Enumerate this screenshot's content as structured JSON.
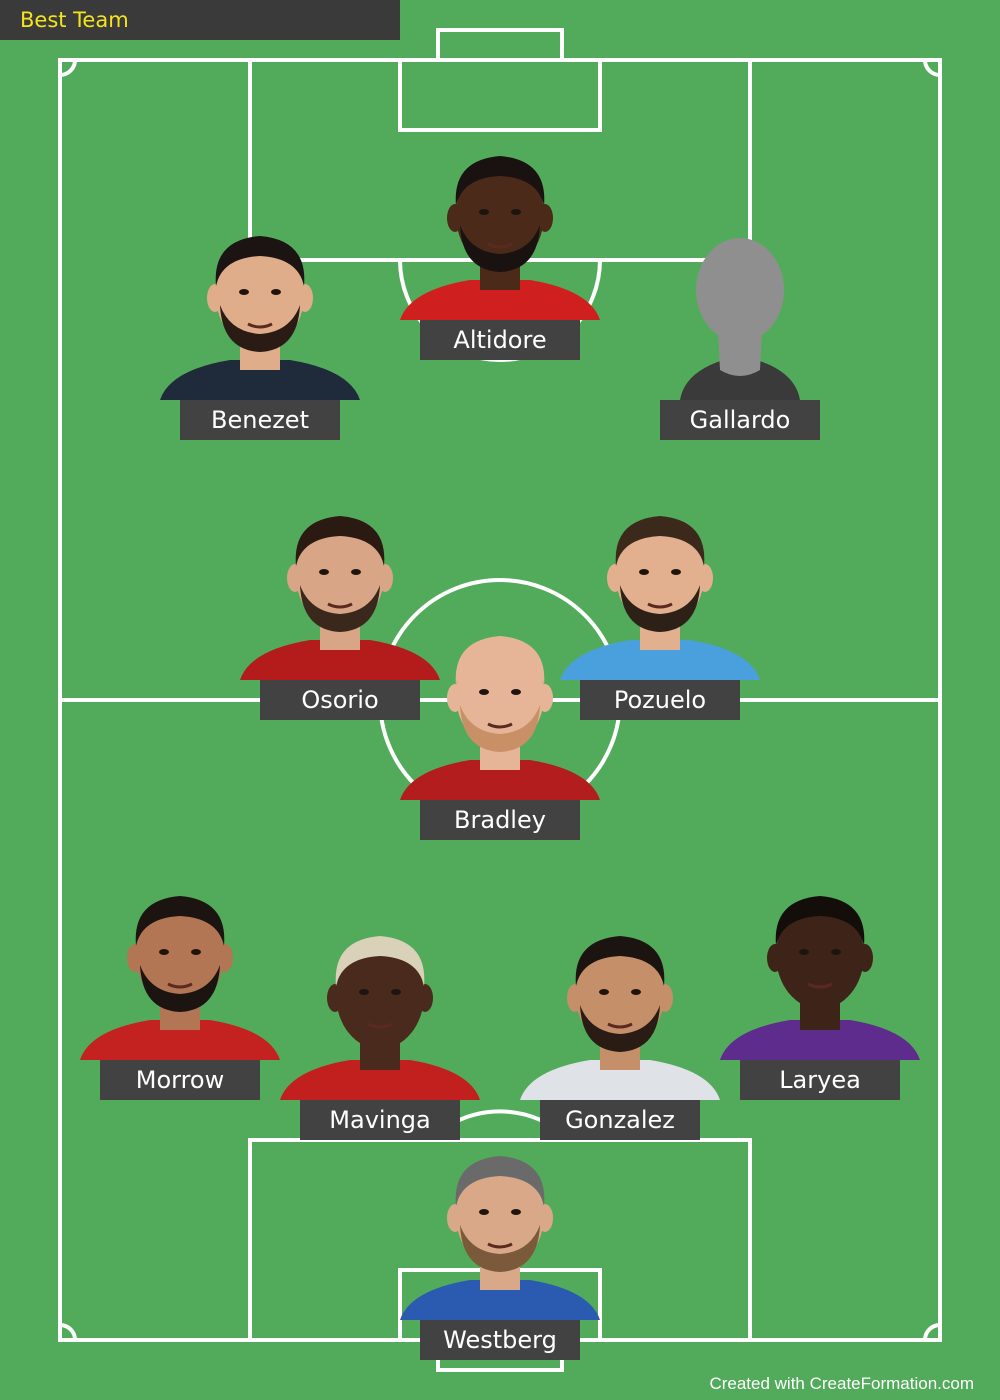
{
  "team_title": "Best Team",
  "footer": "Created with CreateFormation.com",
  "colors": {
    "pitch": "#52ab5b",
    "lines": "#ffffff",
    "title_text": "#f4e41c",
    "label_bg": "#424242"
  },
  "players": [
    {
      "name": "Altidore",
      "kit": "#d01f1f",
      "skin": "#4b2a19",
      "hair": "#1a1210",
      "beard": "#1a1210",
      "silhouette": false
    },
    {
      "name": "Benezet",
      "kit": "#1f2a3a",
      "skin": "#e0ad8a",
      "hair": "#1b1412",
      "beard": "#2a1c14",
      "silhouette": false
    },
    {
      "name": "Gallardo",
      "kit": "#2c2c2c",
      "skin": "#8a8a8a",
      "hair": "#8a8a8a",
      "beard": null,
      "silhouette": true
    },
    {
      "name": "Osorio",
      "kit": "#b41c1c",
      "skin": "#d8a687",
      "hair": "#2a1a12",
      "beard": "#3a281c",
      "silhouette": false
    },
    {
      "name": "Pozuelo",
      "kit": "#4aa0dc",
      "skin": "#e3b08f",
      "hair": "#3b2a1c",
      "beard": "#2d2016",
      "silhouette": false
    },
    {
      "name": "Bradley",
      "kit": "#b31d1d",
      "skin": "#e6b597",
      "hair": "#e6b597",
      "beard": "#c99068",
      "silhouette": false
    },
    {
      "name": "Morrow",
      "kit": "#c42121",
      "skin": "#b27654",
      "hair": "#1c1410",
      "beard": "#1c1410",
      "silhouette": false
    },
    {
      "name": "Mavinga",
      "kit": "#c21f1f",
      "skin": "#4a2a1c",
      "hair": "#d9d2b8",
      "beard": null,
      "silhouette": false
    },
    {
      "name": "Gonzalez",
      "kit": "#dfe3e8",
      "skin": "#c58f6a",
      "hair": "#1c1410",
      "beard": "#2a1c14",
      "silhouette": false
    },
    {
      "name": "Laryea",
      "kit": "#5e2c8c",
      "skin": "#3e2418",
      "hair": "#140e0b",
      "beard": null,
      "silhouette": false
    },
    {
      "name": "Westberg",
      "kit": "#2a5bb0",
      "skin": "#d9a889",
      "hair": "#6a6a6a",
      "beard": "#7a5a3a",
      "silhouette": false
    }
  ]
}
